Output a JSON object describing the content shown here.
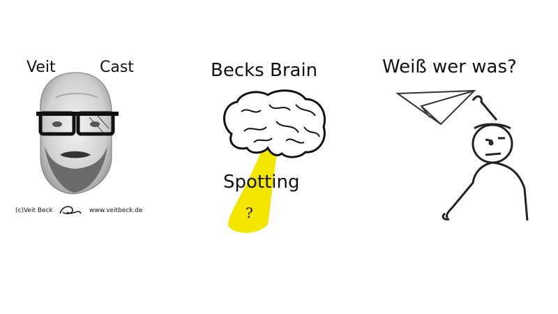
{
  "veit_cast": {
    "title_left": "Veit",
    "title_right": "Cast",
    "copyright": "(c)Veit Beck",
    "website": "www.veitbeck.de"
  },
  "becks_brain": {
    "title": "Becks Brain",
    "subtitle": "Spotting",
    "highlight_color": "#f2e600",
    "question_mark": "?"
  },
  "weiss_wer_was": {
    "title": "Weiß wer was?"
  }
}
